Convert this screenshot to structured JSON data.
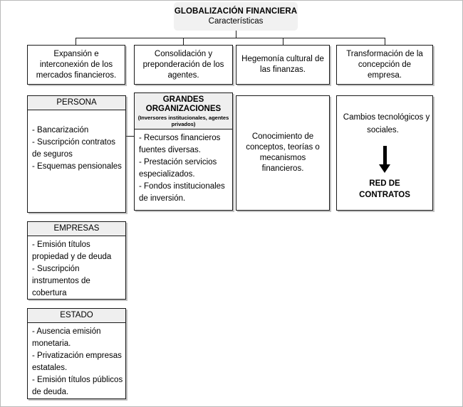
{
  "diagram": {
    "title": {
      "main": "GLOBALIZACIÓN FINANCIERA",
      "subtitle": "Características"
    },
    "characteristics": [
      {
        "id": "c1",
        "text": "Expansión e interconexión de los mercados financieros."
      },
      {
        "id": "c2",
        "text": "Consolidación y preponderación de los agentes."
      },
      {
        "id": "c3",
        "text": "Hegemonía cultural de las finanzas."
      },
      {
        "id": "c4",
        "text": "Transformación de la concepción de empresa."
      }
    ],
    "column1_cards": [
      {
        "id": "persona",
        "header": "PERSONA",
        "items": [
          "- Bancarización",
          "- Suscripción contratos",
          "de seguros",
          "- Esquemas pensionales"
        ]
      },
      {
        "id": "empresas",
        "header": "EMPRESAS",
        "items": [
          "- Emisión títulos",
          "propiedad y de deuda",
          "- Suscripción",
          "instrumentos de",
          "cobertura"
        ]
      },
      {
        "id": "estado",
        "header": "ESTADO",
        "items": [
          "- Ausencia emisión",
          "monetaria.",
          "- Privatización empresas",
          "estatales.",
          "- Emisión títulos públicos",
          "de deuda."
        ]
      }
    ],
    "column2_card": {
      "id": "grandes-organizaciones",
      "header_title_line1": "GRANDES",
      "header_title_line2": "ORGANIZACIONES",
      "header_subtitle": "(Inversores institucionales, agentes privados)",
      "items": [
        "- Recursos financieros",
        "fuentes diversas.",
        "- Prestación servicios",
        "especializados.",
        "- Fondos institucionales",
        "de inversión."
      ]
    },
    "column3_card": {
      "id": "conocimiento",
      "text": "Conocimiento de conceptos, teorías o mecanismos financieros."
    },
    "column4_card": {
      "id": "cambios",
      "text": "Cambios tecnológicos y sociales.",
      "arrow": "down-arrow",
      "result_line1": "RED DE",
      "result_line2": "CONTRATOS"
    },
    "colors": {
      "border": "#1a1a1a",
      "header_fill": "#efefef",
      "title_fill": "#f1f1f1",
      "page_border": "#b9b9b9",
      "text": "#000000"
    }
  }
}
